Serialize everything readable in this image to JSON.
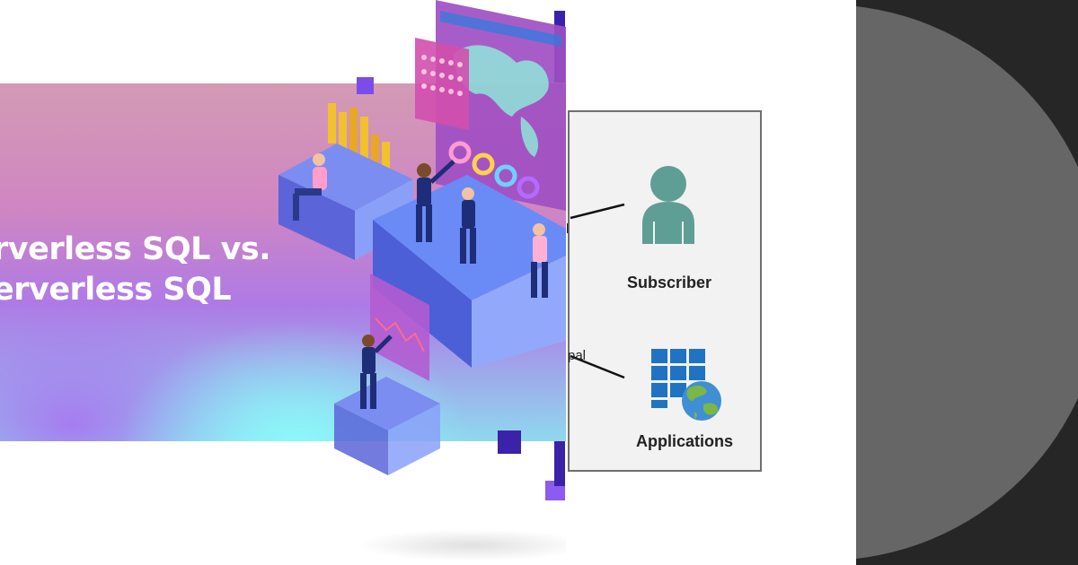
{
  "banner": {
    "headline_line1": "rverless SQL vs.",
    "headline_line2": "erverless SQL"
  },
  "diagram": {
    "subscriber_label": "Subscriber",
    "applications_label": "Applications",
    "connector_fragment_top": "l",
    "connector_fragment_bottom": "pal"
  },
  "colors": {
    "banner_pink": "#d39ab4",
    "banner_violet": "#ae7ae6",
    "banner_cyan": "#8fd8ee",
    "accent_purple": "#5a2fd0",
    "subscriber_teal": "#5f9e95",
    "windows_blue": "#1f73c2",
    "globe_green": "#7ab648",
    "dark_panel": "#262626",
    "gray_disc": "#666666"
  },
  "icons": {
    "subscriber": "user-icon",
    "applications": "app-grid-globe-icon"
  }
}
